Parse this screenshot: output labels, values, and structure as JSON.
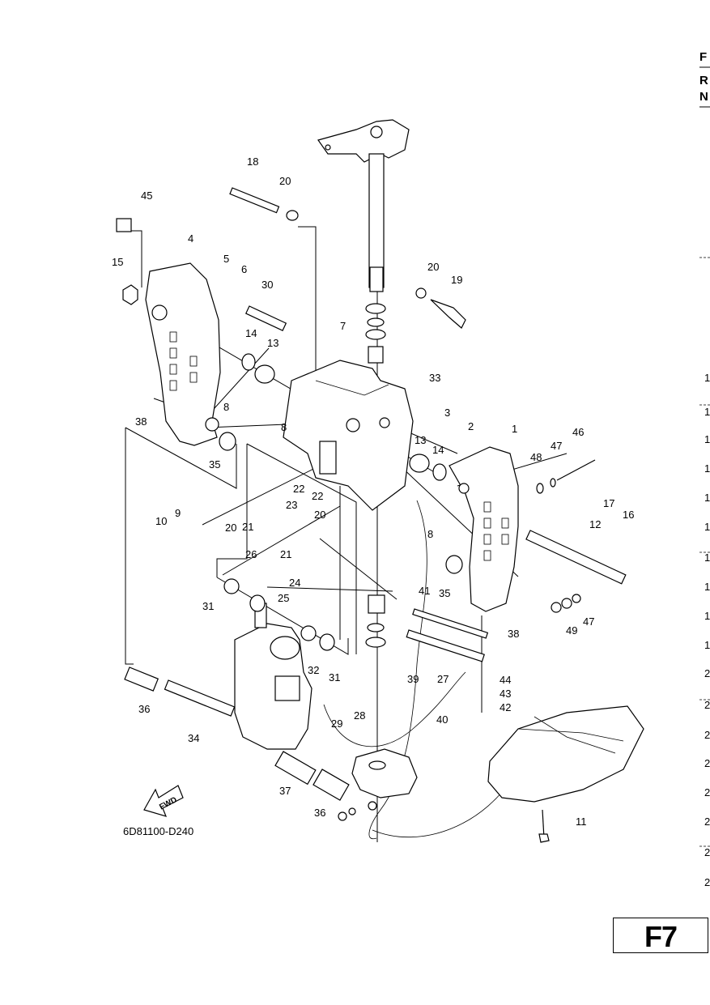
{
  "diagram_code": "6D81100-D240",
  "fwd_label": "FWD",
  "page_tag": "F7",
  "edge_header": [
    "F",
    "R",
    "N"
  ],
  "edge_numbers": [
    "1",
    "1",
    "1",
    "1",
    "1",
    "1",
    "1",
    "1",
    "1",
    "1",
    "2",
    "2",
    "2",
    "2",
    "2",
    "2",
    "2",
    "2"
  ],
  "callouts": [
    "1",
    "2",
    "3",
    "4",
    "5",
    "6",
    "7",
    "8",
    "8",
    "8",
    "9",
    "10",
    "11",
    "12",
    "13",
    "13",
    "14",
    "14",
    "15",
    "16",
    "17",
    "18",
    "19",
    "20",
    "20",
    "20",
    "20",
    "21",
    "21",
    "22",
    "22",
    "23",
    "24",
    "25",
    "26",
    "27",
    "28",
    "29",
    "30",
    "31",
    "31",
    "32",
    "33",
    "34",
    "35",
    "35",
    "36",
    "36",
    "37",
    "38",
    "38",
    "39",
    "40",
    "41",
    "42",
    "43",
    "44",
    "45",
    "46",
    "47",
    "47",
    "48",
    "49"
  ]
}
